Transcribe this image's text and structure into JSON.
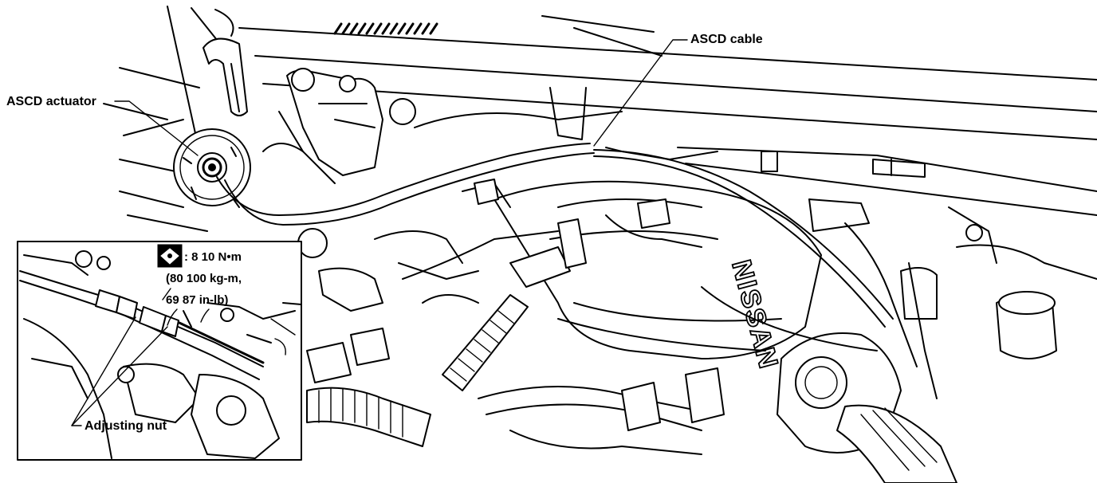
{
  "labels": {
    "actuator": "ASCD actuator",
    "cable": "ASCD cable",
    "adjusting_nut": "Adjusting nut",
    "brand": "NISSAN"
  },
  "torque_spec": {
    "line1": ": 8     10 N•m",
    "line2": "(80     100 kg-m,",
    "line3": "69     87 in-lb)"
  },
  "icons": {
    "torque": "torque-wrench-icon"
  }
}
